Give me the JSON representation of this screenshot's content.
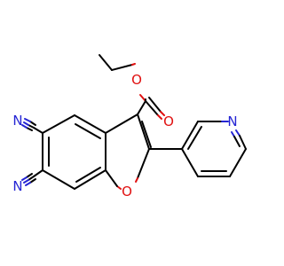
{
  "molecule": {
    "atoms": {
      "ester_o": {
        "label": "O",
        "color": "#e01010"
      },
      "carbonyl_o": {
        "label": "O",
        "color": "#e01010"
      },
      "furan_o": {
        "label": "O",
        "color": "#e01010"
      },
      "pyridine_n": {
        "label": "N",
        "color": "#2525d4"
      },
      "nitrile_n_upper": {
        "label": "N",
        "color": "#2525d4"
      },
      "nitrile_n_lower": {
        "label": "N",
        "color": "#2525d4"
      }
    }
  }
}
